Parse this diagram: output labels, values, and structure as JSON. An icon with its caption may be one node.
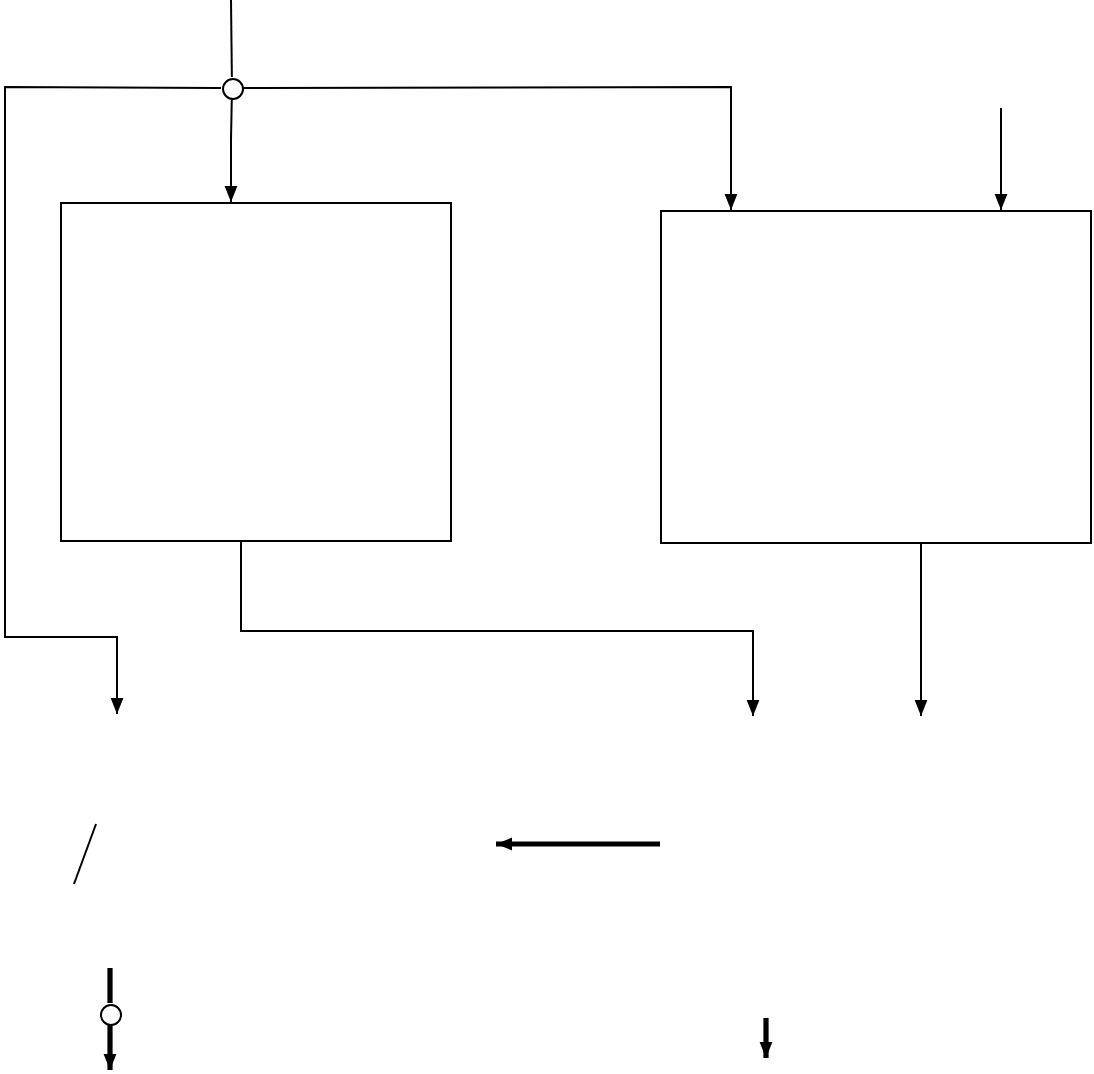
{
  "diagram": {
    "nodes": [
      {
        "text": [],
        "shape": "circle"
      },
      {
        "text": [],
        "shape": "box"
      },
      {
        "text": [],
        "shape": "box"
      },
      {
        "text": [],
        "shape": "circle"
      }
    ],
    "edges": [
      {
        "from": null,
        "to": 0,
        "arrow": "none"
      },
      {
        "from": 0,
        "to": 1,
        "arrow": "to"
      },
      {
        "from": 0,
        "to": 2,
        "arrow": "to"
      },
      {
        "from": null,
        "to": 2,
        "arrow": "to"
      },
      {
        "from": 0,
        "to": null,
        "arrow": "to"
      },
      {
        "from": 1,
        "to": null,
        "arrow": "to"
      },
      {
        "from": 2,
        "to": null,
        "arrow": "to"
      },
      {
        "from": null,
        "to": 3,
        "arrow": "none",
        "style": "thick"
      },
      {
        "from": 3,
        "to": null,
        "arrow": "to",
        "style": "thick"
      }
    ]
  }
}
